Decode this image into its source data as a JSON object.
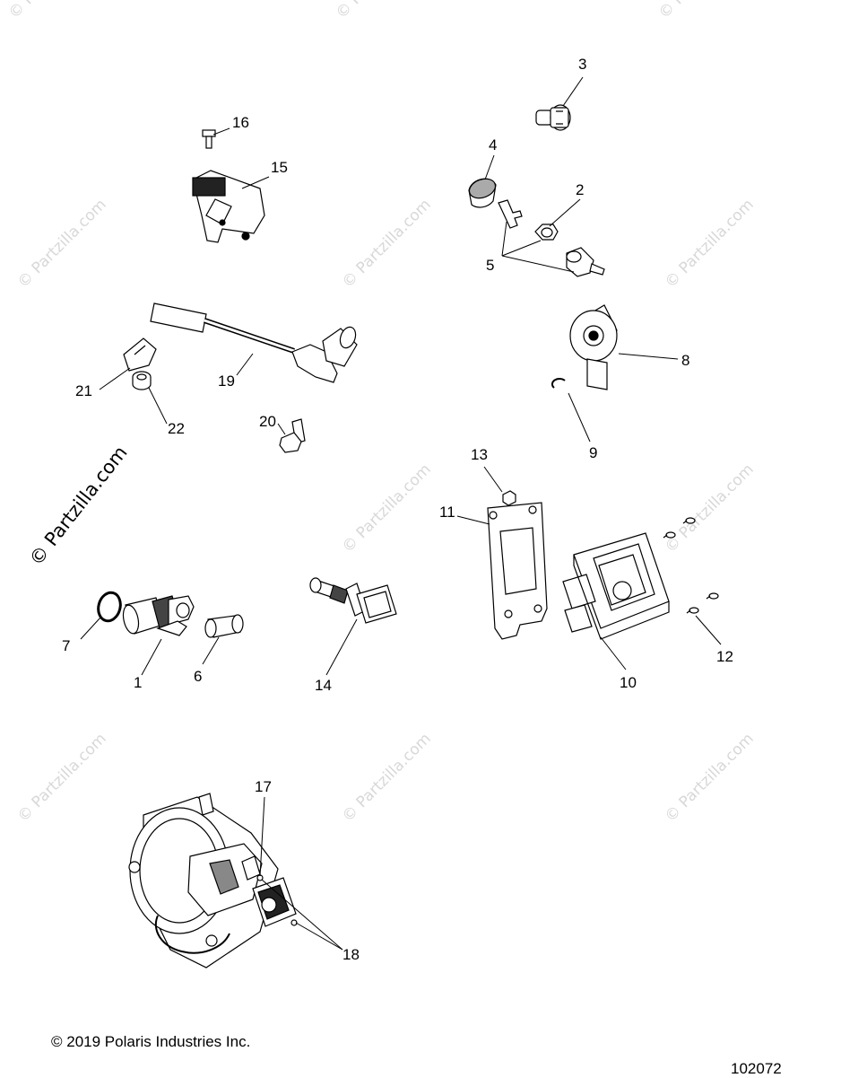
{
  "watermark": {
    "text": "© Partzilla.com",
    "big_text": "© Partzilla.com"
  },
  "callouts": [
    "1",
    "2",
    "3",
    "4",
    "5",
    "6",
    "7",
    "8",
    "9",
    "10",
    "11",
    "12",
    "13",
    "14",
    "15",
    "16",
    "17",
    "18",
    "19",
    "20",
    "21",
    "22"
  ],
  "footer": {
    "copyright": "© 2019 Polaris Industries Inc.",
    "drawing_number": "102072"
  },
  "parts": [
    {
      "callout": "1",
      "icon": "cam-position-sensor-icon"
    },
    {
      "callout": "2",
      "icon": "nut-icon"
    },
    {
      "callout": "3",
      "icon": "sensor-cap-icon"
    },
    {
      "callout": "4",
      "icon": "cap-icon"
    },
    {
      "callout": "5",
      "icon": "bracket-clip-icon"
    },
    {
      "callout": "6",
      "icon": "sleeve-icon"
    },
    {
      "callout": "7",
      "icon": "o-ring-icon"
    },
    {
      "callout": "8",
      "icon": "knock-sensor-icon"
    },
    {
      "callout": "9",
      "icon": "retaining-clip-icon"
    },
    {
      "callout": "10",
      "icon": "ecu-module-icon"
    },
    {
      "callout": "11",
      "icon": "ecu-bracket-icon"
    },
    {
      "callout": "12",
      "icon": "screw-icon"
    },
    {
      "callout": "13",
      "icon": "bolt-icon"
    },
    {
      "callout": "14",
      "icon": "temperature-sensor-icon"
    },
    {
      "callout": "15",
      "icon": "map-sensor-icon"
    },
    {
      "callout": "16",
      "icon": "bolt-icon"
    },
    {
      "callout": "17",
      "icon": "throttle-position-sensor-icon"
    },
    {
      "callout": "18",
      "icon": "screw-icon"
    },
    {
      "callout": "19",
      "icon": "oxygen-sensor-icon"
    },
    {
      "callout": "20",
      "icon": "flange-bolt-icon"
    },
    {
      "callout": "21",
      "icon": "clamp-icon"
    },
    {
      "callout": "22",
      "icon": "grommet-icon"
    }
  ]
}
